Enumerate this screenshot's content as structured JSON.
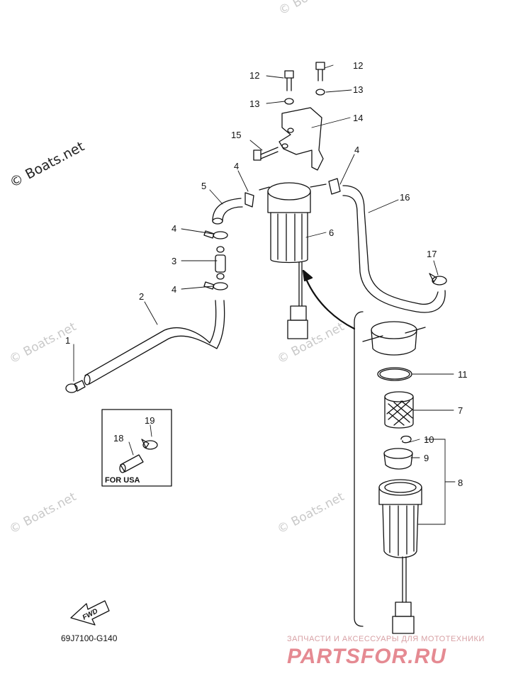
{
  "callouts": {
    "c1": "1",
    "c2": "2",
    "c3": "3",
    "c4a": "4",
    "c4b": "4",
    "c4c": "4",
    "c4d": "4",
    "c5": "5",
    "c6": "6",
    "c7": "7",
    "c8": "8",
    "c9": "9",
    "c10": "10",
    "c11": "11",
    "c12a": "12",
    "c12b": "12",
    "c13a": "13",
    "c13b": "13",
    "c14": "14",
    "c15": "15",
    "c16": "16",
    "c17": "17",
    "c18": "18",
    "c19": "19"
  },
  "inset_label": "FOR USA",
  "fwd_label": "FWD",
  "drawing_number": "69J7100-G140",
  "watermarks": {
    "main": "© Boats.net",
    "faint": "© Boats.net"
  },
  "partsfor": {
    "tagline": "ЗАПЧАСТИ И АКСЕССУАРЫ ДЛЯ МОТОТЕХНИКИ",
    "brand": "PARTSFOR.RU"
  },
  "colors": {
    "line": "#111111",
    "watermark": "#c9c9c9",
    "brand": "#e58a92"
  }
}
